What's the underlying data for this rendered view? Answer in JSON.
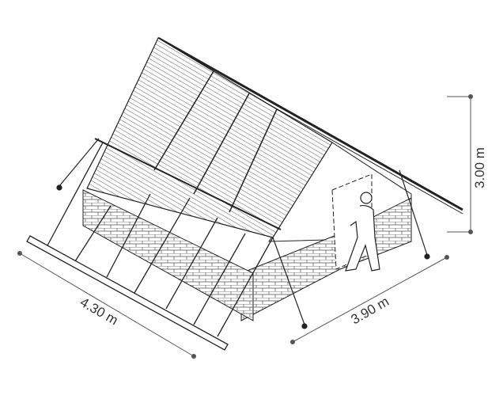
{
  "diagram": {
    "dimensions": {
      "length": "4.30 m",
      "width": "3.90 m",
      "height": "3.00 m"
    },
    "colors": {
      "line": "#222222",
      "dimension": "#555555",
      "background": "#ffffff"
    }
  }
}
